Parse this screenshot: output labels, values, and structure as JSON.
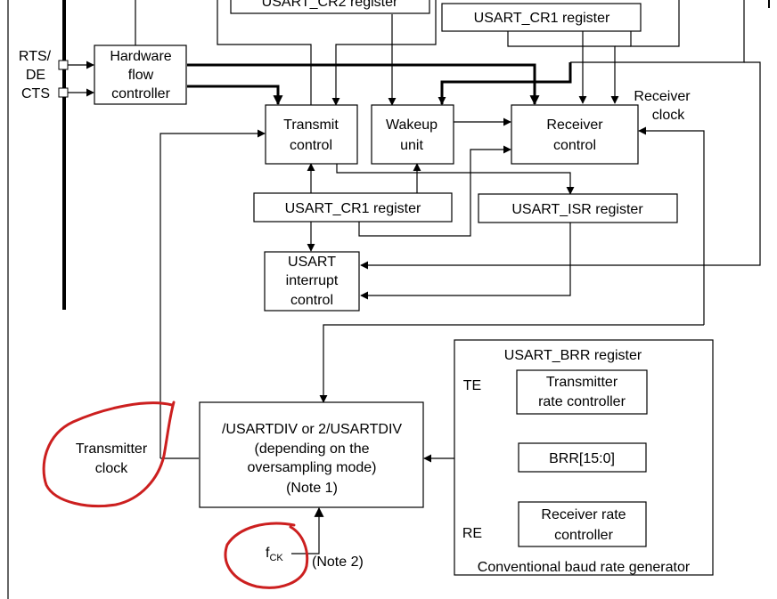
{
  "colors": {
    "annotation": "#cc1f1f",
    "ink": "#000000"
  },
  "boxes": {
    "usart_cr2_top": "USART_CR2 register",
    "usart_cr1_top": "USART_CR1 register",
    "hw_flow": [
      "Hardware",
      "flow",
      "controller"
    ],
    "transmit_control": [
      "Transmit",
      "control"
    ],
    "wakeup_unit": [
      "Wakeup",
      "unit"
    ],
    "receiver_control": [
      "Receiver",
      "control"
    ],
    "usart_cr1_mid": "USART_CR1 register",
    "usart_isr": "USART_ISR register",
    "usart_interrupt": [
      "USART",
      "interrupt",
      "control"
    ],
    "usartdiv": [
      "/USARTDIV or 2/USARTDIV",
      "(depending on the",
      "oversampling mode)",
      "(Note 1)"
    ],
    "usart_brr_title": "USART_BRR register",
    "tx_rate": [
      "Transmitter",
      "rate controller"
    ],
    "brr": "BRR[15:0]",
    "rx_rate": [
      "Receiver rate",
      "controller"
    ],
    "baud_caption": "Conventional baud rate generator"
  },
  "labels": {
    "rts_de": [
      "RTS/",
      "DE"
    ],
    "cts": "CTS",
    "receiver_clock": [
      "Receiver",
      "clock"
    ],
    "te": "TE",
    "re": "RE",
    "transmitter_clock": [
      "Transmitter",
      "clock"
    ],
    "fck_main": "f",
    "fck_sub": "CK",
    "note2": "(Note 2)"
  }
}
